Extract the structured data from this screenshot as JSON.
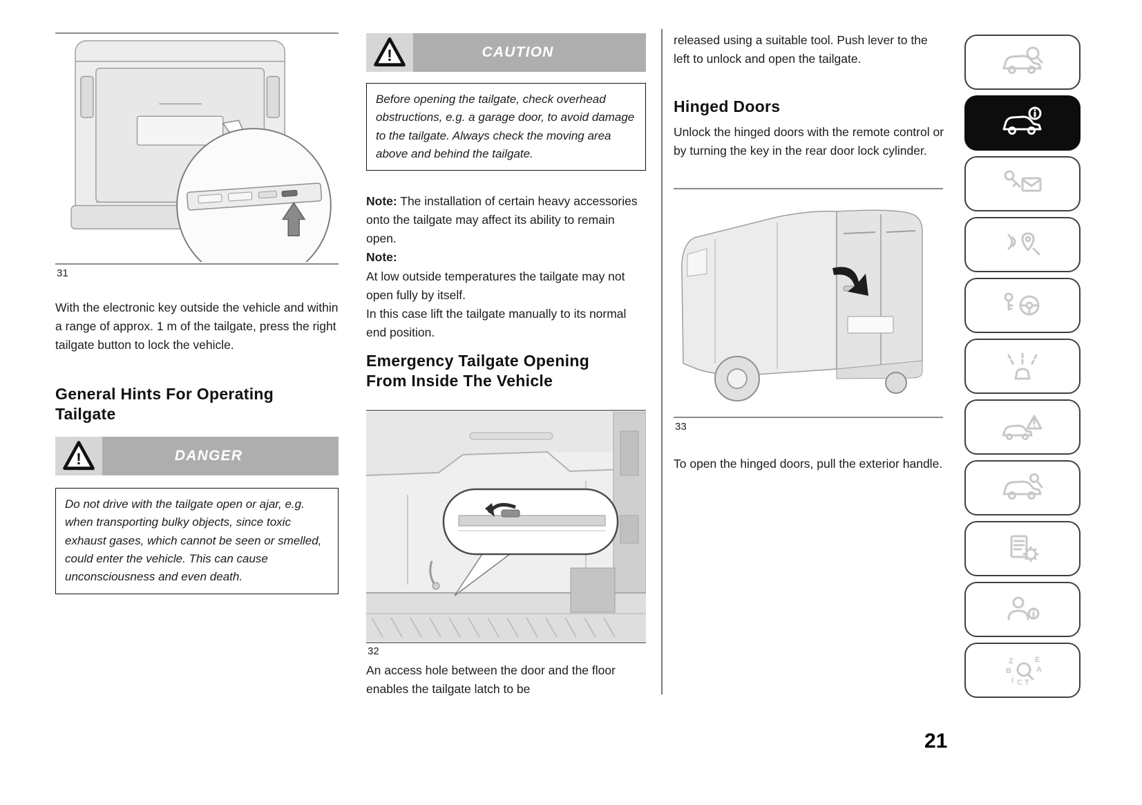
{
  "page": {
    "number": "21"
  },
  "left": {
    "fig31_caption": "31",
    "para1": "With the electronic key outside the vehicle and within a range of approx. 1 m of the tailgate, press the right tailgate button to lock the vehicle.",
    "heading": "General Hints For Operating Tailgate",
    "danger": {
      "label": "DANGER",
      "text": "Do not drive with the tailgate open or ajar, e.g. when transporting bulky objects, since toxic exhaust gases, which cannot be seen or smelled, could enter the vehicle. This can cause unconsciousness and even death."
    }
  },
  "middle": {
    "caution": {
      "label": "CAUTION",
      "text": "Before opening the tailgate, check overhead obstructions, e.g. a garage door, to avoid damage to the tailgate. Always check the moving area above and behind the tailgate."
    },
    "note1_label": "Note:",
    "note1_text": " The installation of certain heavy accessories onto the tailgate may affect its ability to remain open.",
    "note2_label": "Note:",
    "note2_line1": "At low outside temperatures the tailgate may not open fully by itself.",
    "note2_line2": "In this case lift the tailgate manually to its normal end position.",
    "heading": "Emergency Tailgate Opening From Inside The Vehicle",
    "fig32_caption": "32",
    "para_after": "An access hole between the door and the floor enables the tailgate latch to be"
  },
  "right": {
    "para1": "released using a suitable tool. Push lever to the left to unlock and open the tailgate.",
    "heading": "Hinged Doors",
    "para2": "Unlock the hinged doors with the remote control or by turning the key in the rear door lock cylinder.",
    "fig33_caption": "33",
    "para3": "To open the hinged doors, pull the exterior handle."
  },
  "sidebar": {
    "items": [
      {
        "icon": "car-magnifier-icon",
        "active": false
      },
      {
        "icon": "car-info-icon",
        "active": true
      },
      {
        "icon": "key-envelope-icon",
        "active": false
      },
      {
        "icon": "location-pin-signal-icon",
        "active": false
      },
      {
        "icon": "key-steering-wheel-icon",
        "active": false
      },
      {
        "icon": "car-lane-sensors-icon",
        "active": false
      },
      {
        "icon": "car-warning-triangle-icon",
        "active": false
      },
      {
        "icon": "car-wrench-icon",
        "active": false
      },
      {
        "icon": "document-gear-icon",
        "active": false
      },
      {
        "icon": "person-info-icon",
        "active": false
      },
      {
        "icon": "letters-magnifier-icon",
        "active": false
      }
    ]
  }
}
